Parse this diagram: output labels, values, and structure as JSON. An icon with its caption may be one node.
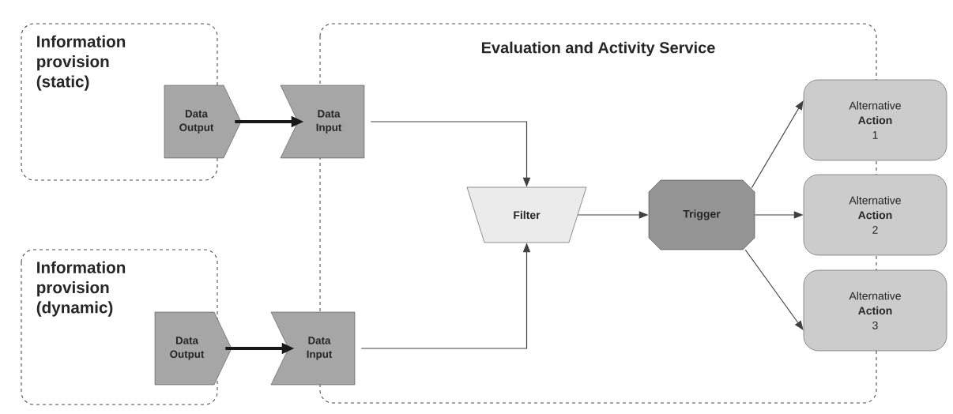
{
  "diagram": {
    "nodes": [
      {
        "text": [
          "Information provision (static)"
        ]
      },
      {
        "text": [
          "Information provision (dynamic)"
        ]
      },
      {
        "text": [
          "Evaluation and Activity Service"
        ]
      },
      {
        "text": [
          "Data Output"
        ]
      },
      {
        "text": [
          "Data Input"
        ]
      },
      {
        "text": [
          "Data Output"
        ]
      },
      {
        "text": [
          "Data Input"
        ]
      },
      {
        "text": [
          "Filter"
        ],
        "in": 2
      },
      {
        "text": [
          "Trigger"
        ],
        "in": 2
      },
      {
        "text": [
          "Alternative **Action** 1"
        ]
      },
      {
        "text": [
          "Alternative **Action** 2"
        ]
      },
      {
        "text": [
          "Alternative **Action** 3"
        ]
      }
    ],
    "edges": [
      {
        "from": 3,
        "to": 4,
        "arrow": "to",
        "style": "thick"
      },
      {
        "from": 5,
        "to": 6,
        "arrow": "to",
        "style": "thick"
      },
      {
        "from": 4,
        "to": 7,
        "arrow": "to"
      },
      {
        "from": 6,
        "to": 7,
        "arrow": "to"
      },
      {
        "from": 7,
        "to": 8,
        "arrow": "to"
      },
      {
        "from": 8,
        "to": 9,
        "arrow": "to"
      },
      {
        "from": 8,
        "to": 10,
        "arrow": "to"
      },
      {
        "from": 8,
        "to": 11,
        "arrow": "to"
      }
    ]
  }
}
